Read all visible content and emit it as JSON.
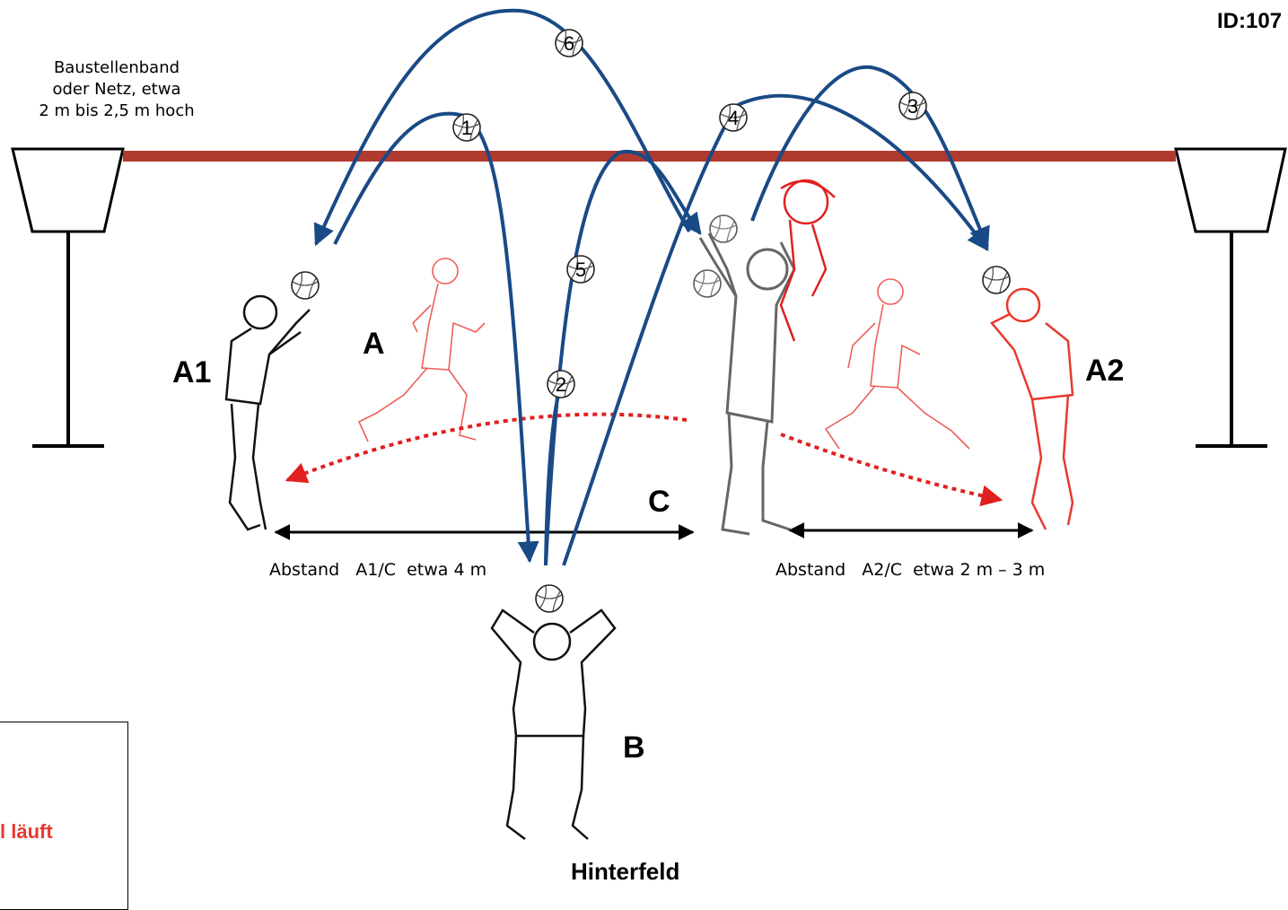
{
  "id_label": "ID:107",
  "net_label": [
    "Baustellenband",
    "oder Netz, etwa",
    "2 m bis 2,5 m hoch"
  ],
  "players": {
    "a1": "A1",
    "a": "A",
    "a2": "A2",
    "c": "C",
    "b": "B"
  },
  "distances": {
    "a1_c": "Abstand   A1/C  etwa 4 m",
    "a2_c": "Abstand   A2/C  etwa 2 m – 3 m"
  },
  "ball_numbers": [
    "1",
    "2",
    "3",
    "4",
    "5",
    "6"
  ],
  "back_court": "Hinterfeld",
  "hint_text": "l läuft",
  "colors": {
    "pass_arrow": "#1a4a86",
    "net_band": "#b03a2e",
    "run_path": "#e02020",
    "ghost_player": "#e8392e"
  }
}
